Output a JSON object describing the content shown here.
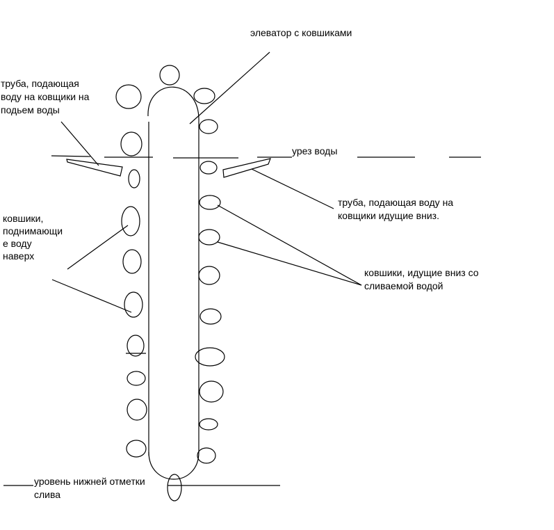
{
  "labels": {
    "elevator": [
      "элеватор с ковшиками"
    ],
    "pipe_up": [
      "труба, подающая",
      "воду на ковщики на",
      "подьем воды"
    ],
    "water_level": [
      "урез воды"
    ],
    "buckets_up": [
      "ковшики,",
      "поднимающи",
      "е воду",
      "наверх"
    ],
    "pipe_down": [
      "труба, подающая воду на",
      "ковщики идущие вниз."
    ],
    "buckets_down": [
      "ковшики, идущие вниз со",
      "сливаемой водой"
    ],
    "drain_level": [
      "уровень нижней отметки",
      "слива"
    ]
  },
  "colors": {
    "stroke": "#000000",
    "background": "#ffffff"
  }
}
